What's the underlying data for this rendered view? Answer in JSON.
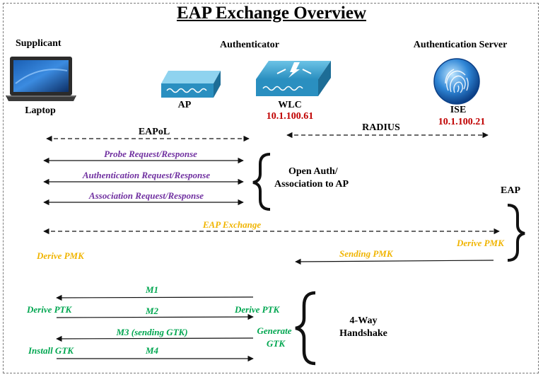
{
  "title": "EAP Exchange Overview",
  "entities": {
    "supplicant": "Supplicant",
    "laptop": "Laptop",
    "authenticator": "Authenticator",
    "ap": "AP",
    "wlc": "WLC",
    "wlc_ip": "10.1.100.61",
    "auth_server": "Authentication Server",
    "ise": "ISE",
    "ise_ip": "10.1.100.21"
  },
  "protocols": {
    "eapol": "EAPoL",
    "radius": "RADIUS"
  },
  "open_auth": {
    "probe": "Probe Request/Response",
    "authentication": "Authentication Request/Response",
    "association": "Association Request/Response",
    "label_line1": "Open Auth/",
    "label_line2": "Association to AP"
  },
  "eap": {
    "label": "EAP",
    "exchange": "EAP Exchange",
    "derive_pmk_supplicant": "Derive PMK",
    "derive_pmk_server": "Derive PMK",
    "sending_pmk": "Sending PMK"
  },
  "handshake": {
    "m1": "M1",
    "m2": "M2",
    "m3": "M3 (sending GTK)",
    "m4": "M4",
    "derive_ptk_supplicant": "Derive PTK",
    "derive_ptk_authenticator": "Derive PTK",
    "generate_gtk_line1": "Generate",
    "generate_gtk_line2": "GTK",
    "install_gtk": "Install GTK",
    "label_line1": "4-Way",
    "label_line2": "Handshake"
  },
  "colors": {
    "ip": "#c00000",
    "open_auth_text": "#7030a0",
    "eap_text": "#f0b400",
    "handshake_text": "#00a650",
    "device_blue": "#2a8fc0"
  }
}
